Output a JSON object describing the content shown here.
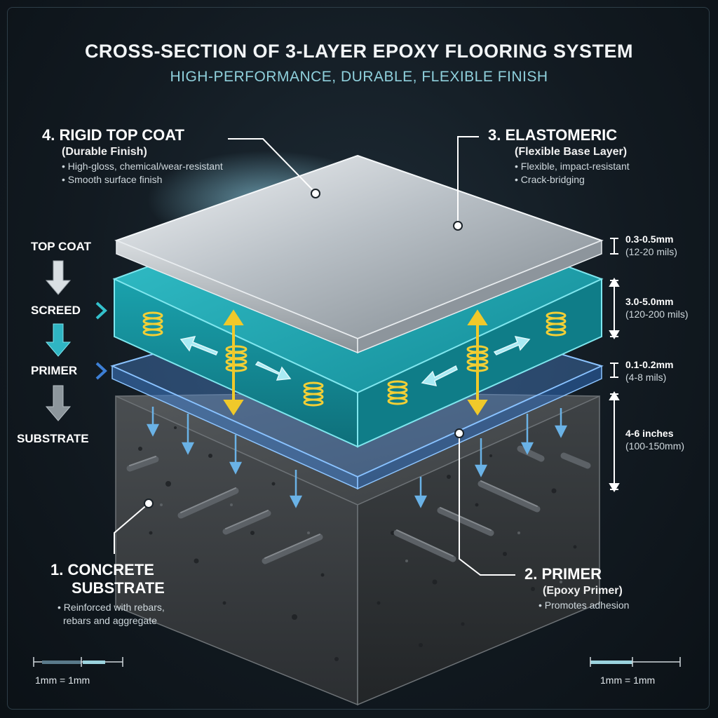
{
  "header": {
    "title": "CROSS-SECTION OF 3-LAYER EPOXY FLOORING SYSTEM",
    "subtitle": "HIGH-PERFORMANCE, DURABLE, FLEXIBLE FINISH"
  },
  "callouts": {
    "top_coat": {
      "title": "4. RIGID TOP COAT",
      "subtitle": "(Durable Finish)",
      "bullets": [
        "• High-gloss, chemical/wear-resistant",
        "• Smooth surface finish"
      ]
    },
    "elastomeric": {
      "title": "3. ELASTOMERIC",
      "subtitle": "(Flexible Base Layer)",
      "bullets": [
        "• Flexible, impact-resistant",
        "• Crack-bridging"
      ]
    },
    "concrete": {
      "title_line1": "1. CONCRETE",
      "title_line2": "SUBSTRATE",
      "bullets": [
        "• Reinforced with rebars,",
        "rebars and aggregate"
      ]
    },
    "primer": {
      "title": "2. PRIMER",
      "subtitle": "(Epoxy Primer)",
      "bullets": [
        "• Promotes adhesion"
      ]
    }
  },
  "flow": {
    "labels": [
      "TOP COAT",
      "SCREED",
      "PRIMER",
      "SUBSTRATE"
    ]
  },
  "dimensions": [
    {
      "value": "0.3-0.5mm",
      "unit": "(12-20 mils)"
    },
    {
      "value": "3.0-5.0mm",
      "unit": "(120-200 mils)"
    },
    {
      "value": "0.1-0.2mm",
      "unit": "(4-8 mils)"
    },
    {
      "value": "4-6 inches",
      "unit": "(100-150mm)"
    }
  ],
  "scale": {
    "left": "1mm = 1mm",
    "right": "1mm = 1mm"
  },
  "colors": {
    "top_coat": "#c9ced3",
    "screed": "#1fa3ad",
    "primer": "#3f7fd0",
    "concrete": "#3a3d40",
    "spring": "#e8c930",
    "arrow_cyan": "#8fe0ee",
    "arrow_yellow": "#f0c92a"
  }
}
